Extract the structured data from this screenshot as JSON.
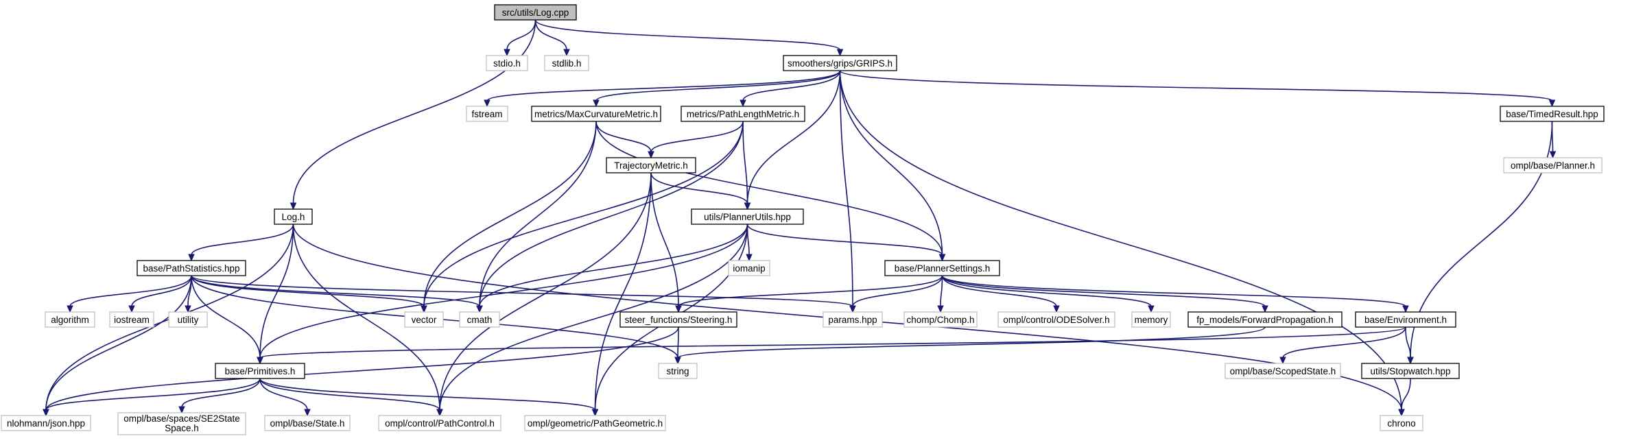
{
  "colors": {
    "edge": "#191970",
    "node_border": "#000000",
    "external_border": "#bfbfbf",
    "root_fill": "#bfbfbf",
    "node_fill": "#ffffff",
    "text": "#000000"
  },
  "nodes": [
    {
      "id": "log_cpp",
      "label": "src/utils/Log.cpp",
      "kind": "root"
    },
    {
      "id": "stdio",
      "label": "stdio.h",
      "kind": "external"
    },
    {
      "id": "stdlib",
      "label": "stdlib.h",
      "kind": "external"
    },
    {
      "id": "grips",
      "label": "smoothers/grips/GRIPS.h",
      "kind": "file"
    },
    {
      "id": "fstream",
      "label": "fstream",
      "kind": "external"
    },
    {
      "id": "maxcurv",
      "label": "metrics/MaxCurvatureMetric.h",
      "kind": "file"
    },
    {
      "id": "pathlen",
      "label": "metrics/PathLengthMetric.h",
      "kind": "file"
    },
    {
      "id": "timedresult",
      "label": "base/TimedResult.hpp",
      "kind": "file"
    },
    {
      "id": "planner",
      "label": "ompl/base/Planner.h",
      "kind": "external"
    },
    {
      "id": "trajmetric",
      "label": "TrajectoryMetric.h",
      "kind": "file"
    },
    {
      "id": "log_h",
      "label": "Log.h",
      "kind": "file"
    },
    {
      "id": "plannerutils",
      "label": "utils/PlannerUtils.hpp",
      "kind": "file"
    },
    {
      "id": "iomanip",
      "label": "iomanip",
      "kind": "external"
    },
    {
      "id": "pathstats",
      "label": "base/PathStatistics.hpp",
      "kind": "file"
    },
    {
      "id": "plannersettings",
      "label": "base/PlannerSettings.h",
      "kind": "file"
    },
    {
      "id": "algorithm",
      "label": "algorithm",
      "kind": "external"
    },
    {
      "id": "iostream",
      "label": "iostream",
      "kind": "external"
    },
    {
      "id": "utility",
      "label": "utility",
      "kind": "external"
    },
    {
      "id": "vector",
      "label": "vector",
      "kind": "external"
    },
    {
      "id": "cmath",
      "label": "cmath",
      "kind": "external"
    },
    {
      "id": "steering",
      "label": "steer_functions/Steering.h",
      "kind": "file"
    },
    {
      "id": "params",
      "label": "params.hpp",
      "kind": "external"
    },
    {
      "id": "chomp",
      "label": "chomp/Chomp.h",
      "kind": "external"
    },
    {
      "id": "odesolver",
      "label": "ompl/control/ODESolver.h",
      "kind": "external"
    },
    {
      "id": "memory",
      "label": "memory",
      "kind": "external"
    },
    {
      "id": "fwdprop",
      "label": "fp_models/ForwardPropagation.h",
      "kind": "file"
    },
    {
      "id": "environment",
      "label": "base/Environment.h",
      "kind": "file"
    },
    {
      "id": "primitives",
      "label": "base/Primitives.h",
      "kind": "file"
    },
    {
      "id": "string",
      "label": "string",
      "kind": "external"
    },
    {
      "id": "scopedstate",
      "label": "ompl/base/ScopedState.h",
      "kind": "external"
    },
    {
      "id": "stopwatch",
      "label": "utils/Stopwatch.hpp",
      "kind": "file"
    },
    {
      "id": "json",
      "label": "nlohmann/json.hpp",
      "kind": "external"
    },
    {
      "id": "se2",
      "label": "ompl/base/spaces/SE2State\nSpace.h",
      "kind": "external"
    },
    {
      "id": "state",
      "label": "ompl/base/State.h",
      "kind": "external"
    },
    {
      "id": "pathcontrol",
      "label": "ompl/control/PathControl.h",
      "kind": "external"
    },
    {
      "id": "pathgeom",
      "label": "ompl/geometric/PathGeometric.h",
      "kind": "external"
    },
    {
      "id": "chrono",
      "label": "chrono",
      "kind": "external"
    }
  ],
  "edges": [
    [
      "log_cpp",
      "stdio"
    ],
    [
      "log_cpp",
      "stdlib"
    ],
    [
      "log_cpp",
      "grips"
    ],
    [
      "log_cpp",
      "log_h"
    ],
    [
      "grips",
      "fstream"
    ],
    [
      "grips",
      "maxcurv"
    ],
    [
      "grips",
      "pathlen"
    ],
    [
      "grips",
      "timedresult"
    ],
    [
      "grips",
      "plannerutils"
    ],
    [
      "grips",
      "params"
    ],
    [
      "grips",
      "plannersettings"
    ],
    [
      "grips",
      "chrono"
    ],
    [
      "maxcurv",
      "trajmetric"
    ],
    [
      "maxcurv",
      "vector"
    ],
    [
      "maxcurv",
      "cmath"
    ],
    [
      "maxcurv",
      "plannersettings"
    ],
    [
      "pathlen",
      "trajmetric"
    ],
    [
      "pathlen",
      "plannerutils"
    ],
    [
      "pathlen",
      "vector"
    ],
    [
      "pathlen",
      "cmath"
    ],
    [
      "timedresult",
      "planner"
    ],
    [
      "timedresult",
      "stopwatch"
    ],
    [
      "trajmetric",
      "plannerutils"
    ],
    [
      "trajmetric",
      "steering"
    ],
    [
      "trajmetric",
      "pathcontrol"
    ],
    [
      "trajmetric",
      "pathgeom"
    ],
    [
      "plannerutils",
      "iomanip"
    ],
    [
      "plannerutils",
      "plannersettings"
    ],
    [
      "plannerutils",
      "cmath"
    ],
    [
      "plannerutils",
      "primitives"
    ],
    [
      "plannerutils",
      "pathcontrol"
    ],
    [
      "plannerutils",
      "pathgeom"
    ],
    [
      "log_h",
      "pathstats"
    ],
    [
      "log_h",
      "primitives"
    ],
    [
      "log_h",
      "json"
    ],
    [
      "log_h",
      "pathcontrol"
    ],
    [
      "log_h",
      "chrono"
    ],
    [
      "pathstats",
      "algorithm"
    ],
    [
      "pathstats",
      "iostream"
    ],
    [
      "pathstats",
      "utility"
    ],
    [
      "pathstats",
      "vector"
    ],
    [
      "pathstats",
      "cmath"
    ],
    [
      "pathstats",
      "params"
    ],
    [
      "pathstats",
      "string"
    ],
    [
      "pathstats",
      "primitives"
    ],
    [
      "pathstats",
      "json"
    ],
    [
      "plannersettings",
      "steering"
    ],
    [
      "plannersettings",
      "params"
    ],
    [
      "plannersettings",
      "chomp"
    ],
    [
      "plannersettings",
      "odesolver"
    ],
    [
      "plannersettings",
      "memory"
    ],
    [
      "plannersettings",
      "fwdprop"
    ],
    [
      "plannersettings",
      "environment"
    ],
    [
      "steering",
      "string"
    ],
    [
      "steering",
      "json"
    ],
    [
      "fwdprop",
      "string"
    ],
    [
      "environment",
      "primitives"
    ],
    [
      "environment",
      "scopedstate"
    ],
    [
      "environment",
      "stopwatch"
    ],
    [
      "primitives",
      "json"
    ],
    [
      "primitives",
      "se2"
    ],
    [
      "primitives",
      "state"
    ],
    [
      "primitives",
      "pathcontrol"
    ],
    [
      "primitives",
      "pathgeom"
    ],
    [
      "stopwatch",
      "chrono"
    ]
  ]
}
